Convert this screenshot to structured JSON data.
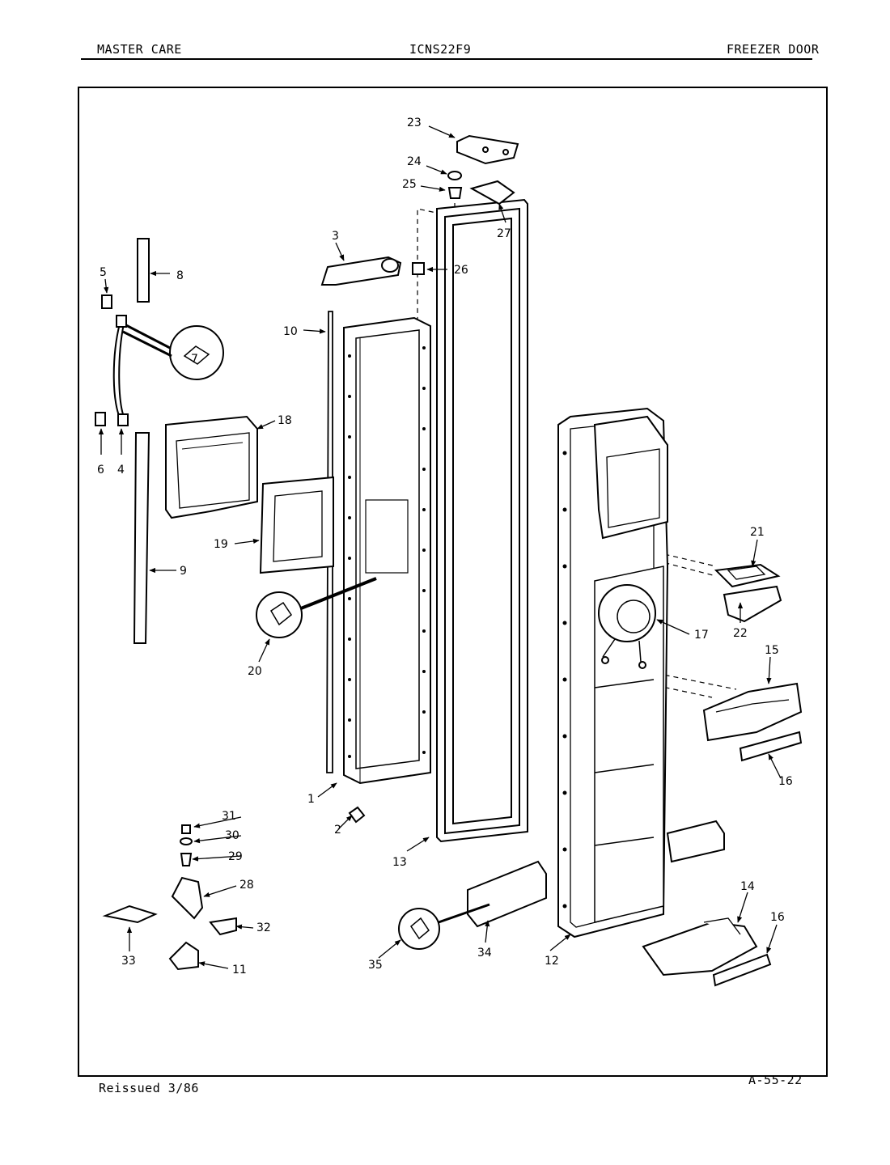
{
  "header": {
    "brand": "MASTER CARE",
    "model": "ICNS22F9",
    "section": "FREEZER DOOR"
  },
  "footer": {
    "reissued": "Reissued 3/86",
    "figure_code": "A-55-22"
  },
  "callouts": [
    "1",
    "2",
    "3",
    "4",
    "5",
    "6",
    "7",
    "8",
    "9",
    "10",
    "11",
    "12",
    "13",
    "14",
    "15",
    "16",
    "16",
    "17",
    "18",
    "19",
    "20",
    "21",
    "22",
    "23",
    "24",
    "25",
    "26",
    "27",
    "28",
    "29",
    "30",
    "31",
    "32",
    "33",
    "34",
    "35"
  ]
}
